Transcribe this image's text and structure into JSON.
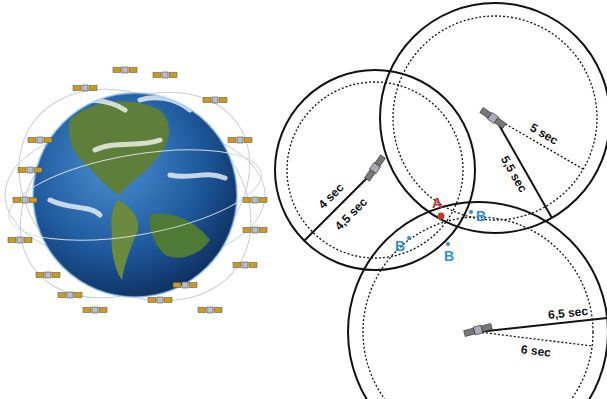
{
  "diagram": {
    "labels": [
      "4 sec",
      "4,5 sec",
      "A",
      "B",
      "5 sec",
      "5,5 sec",
      "B",
      "B",
      "6,5 sec",
      "6 sec"
    ]
  }
}
